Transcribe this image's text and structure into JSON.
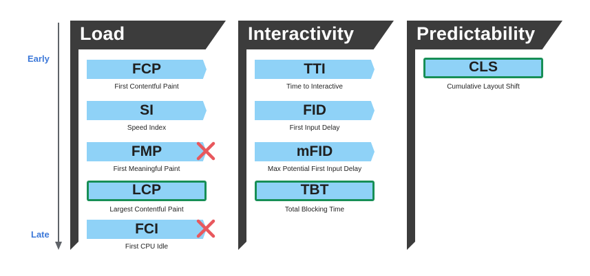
{
  "axis": {
    "early_label": "Early",
    "late_label": "Late"
  },
  "colors": {
    "header_bg": "#3c3c3c",
    "chip_bg": "#8fd2f7",
    "highlight_border": "#178f56",
    "cross_icon": "#e8585d",
    "axis_label": "#3c78d8"
  },
  "columns": [
    {
      "title": "Load",
      "metrics": [
        {
          "abbr": "FCP",
          "full": "First Contentful Paint",
          "highlight": false,
          "deprecated": false,
          "icon": ""
        },
        {
          "abbr": "SI",
          "full": "Speed Index",
          "highlight": false,
          "deprecated": false,
          "icon": ""
        },
        {
          "abbr": "FMP",
          "full": "First Meaningful Paint",
          "highlight": false,
          "deprecated": true,
          "icon": "cross-icon"
        },
        {
          "abbr": "LCP",
          "full": "Largest Contentful Paint",
          "highlight": true,
          "deprecated": false,
          "icon": ""
        },
        {
          "abbr": "FCI",
          "full": "First CPU Idle",
          "highlight": false,
          "deprecated": true,
          "icon": "cross-icon"
        }
      ]
    },
    {
      "title": "Interactivity",
      "metrics": [
        {
          "abbr": "TTI",
          "full": "Time to Interactive",
          "highlight": false,
          "deprecated": false,
          "icon": ""
        },
        {
          "abbr": "FID",
          "full": "First Input Delay",
          "highlight": false,
          "deprecated": false,
          "icon": ""
        },
        {
          "abbr": "mFID",
          "full": "Max Potential First Input Delay",
          "highlight": false,
          "deprecated": false,
          "icon": ""
        },
        {
          "abbr": "TBT",
          "full": "Total Blocking Time",
          "highlight": true,
          "deprecated": false,
          "icon": ""
        }
      ]
    },
    {
      "title": "Predictability",
      "metrics": [
        {
          "abbr": "CLS",
          "full": "Cumulative Layout Shift",
          "highlight": true,
          "deprecated": false,
          "icon": ""
        }
      ]
    }
  ]
}
